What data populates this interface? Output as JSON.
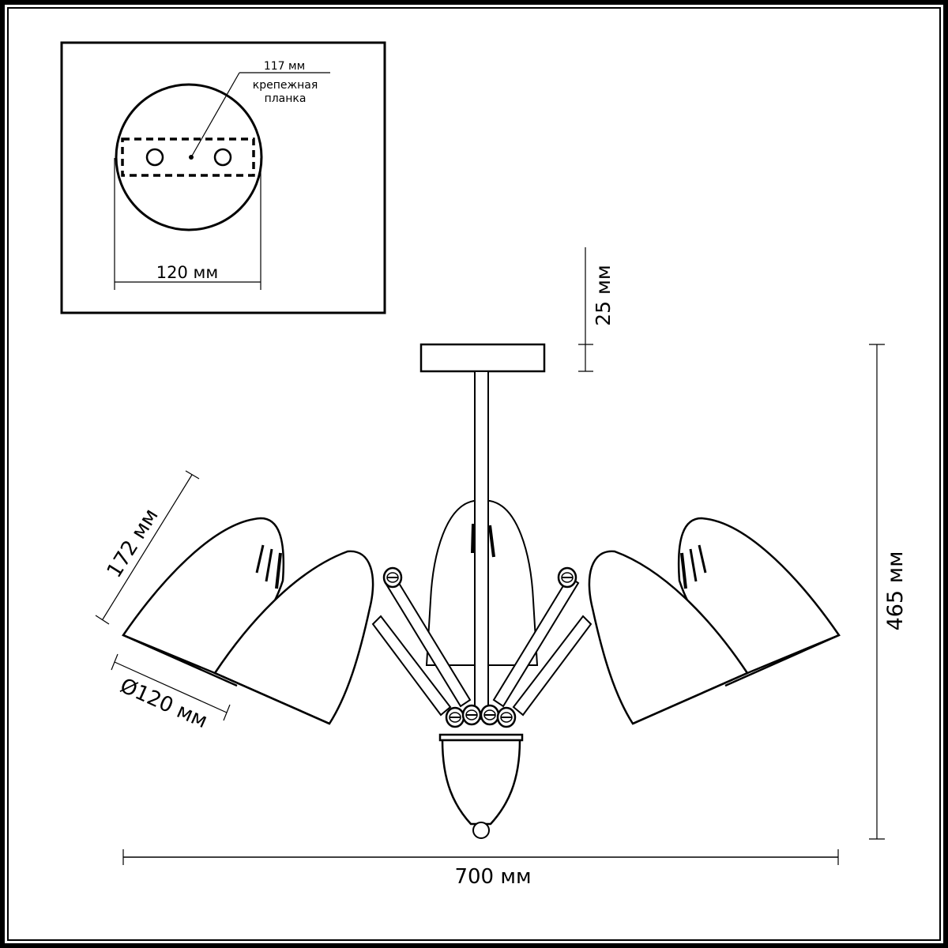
{
  "inset": {
    "bracket_length": "117 мм",
    "bracket_label_line1": "крепежная",
    "bracket_label_line2": "планка",
    "base_diameter": "120 мм"
  },
  "dimensions": {
    "base_height": "25 мм",
    "total_height": "465 мм",
    "total_width": "700 мм",
    "shade_length": "172 мм",
    "shade_diameter": "Ø120 мм"
  },
  "colors": {
    "line": "#000000",
    "background": "#ffffff"
  }
}
